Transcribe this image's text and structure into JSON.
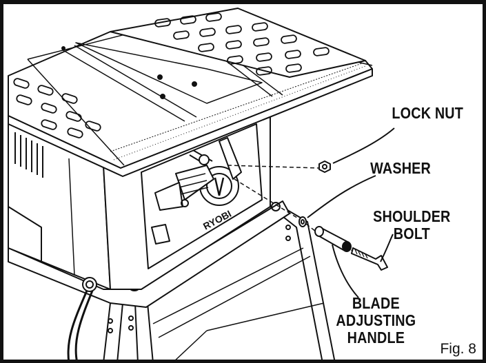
{
  "labels": {
    "lock_nut": "LOCK NUT",
    "washer": "WASHER",
    "shoulder_bolt_line1": "SHOULDER",
    "shoulder_bolt_line2": "BOLT",
    "blade_handle_line1": "BLADE",
    "blade_handle_line2": "ADJUSTING",
    "blade_handle_line3": "HANDLE"
  },
  "figure_label": "Fig. 8",
  "brand_mark": "RYOBI"
}
